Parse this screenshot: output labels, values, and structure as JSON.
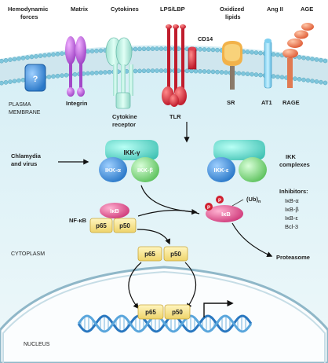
{
  "top_labels": {
    "hemodynamic": [
      "Hemodynamic",
      "forces"
    ],
    "matrix": "Matrix",
    "cytokines": "Cytokines",
    "lps": "LPS/LBP",
    "oxidized": [
      "Oxidized",
      "lipids"
    ],
    "ang2": "Ang II",
    "age": "AGE"
  },
  "receptor_labels": {
    "cd14": "CD14",
    "integrin": "Integrin",
    "cytokine_receptor": [
      "Cytokine",
      "receptor"
    ],
    "tlr": "TLR",
    "sr": "SR",
    "at1": "AT1",
    "rage": "RAGE",
    "unknown": "?"
  },
  "regions": {
    "plasma_membrane": [
      "PLASMA",
      "MEMBRANE"
    ],
    "cytoplasm": "CYTOPLASM",
    "nucleus": "NUCLEUS"
  },
  "inputs": {
    "chlamydia": [
      "Chlamydia",
      "and virus"
    ]
  },
  "ikk": {
    "gamma": "IKK-γ",
    "alpha": "IKK-α",
    "beta": "IKK-β",
    "epsilon": "IKK-ε",
    "complexes": [
      "IKK",
      "complexes"
    ]
  },
  "inhibitors": {
    "title": "Inhibitors:",
    "items": [
      "IκB-α",
      "IκB-β",
      "IκB-ε",
      "Bcl-3"
    ]
  },
  "nfkb": {
    "label": "NF-κB",
    "ikb": "IκB",
    "p65": "p65",
    "p50": "p50"
  },
  "degradation": {
    "p": "P",
    "ikb": "IκB",
    "ub": "(Ub)",
    "ub_sub": "n",
    "proteasome": "Proteasome"
  },
  "colors": {
    "membrane_fill": "#d8edf4",
    "cytoplasm": "#e8f5f8",
    "nucleus": "#ffffff",
    "ikk_teal": "#5fd6c9",
    "ikk_blue": "#3a8fd6",
    "ikk_green": "#8fdd8f",
    "ikb_pink": "#e0508c",
    "p65_yellow": "#f6e48a",
    "dna_blue": "#3e8fd0"
  }
}
